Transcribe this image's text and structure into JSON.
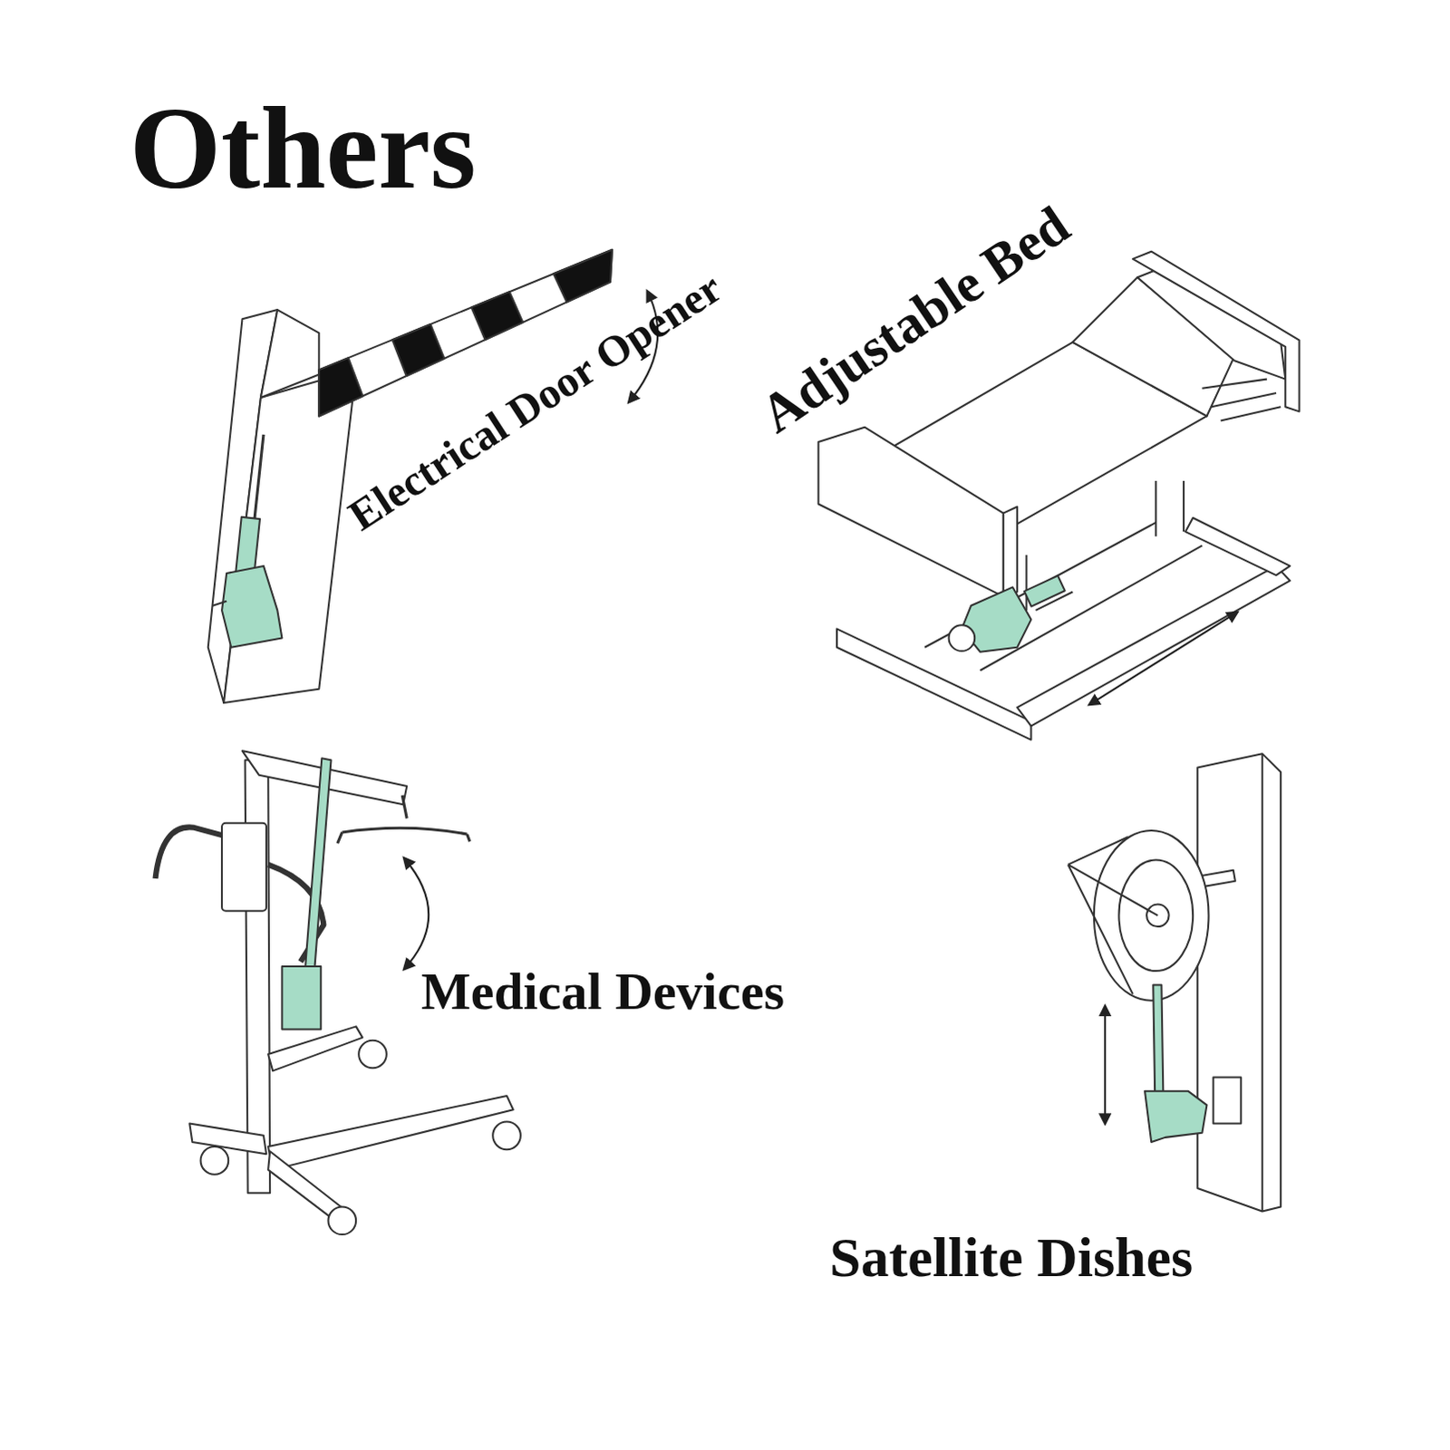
{
  "diagram": {
    "title": "Others",
    "labels": [
      "Electrical Door Opener",
      "Adjustable Bed",
      "Medical Devices",
      "Satellite Dishes"
    ]
  }
}
